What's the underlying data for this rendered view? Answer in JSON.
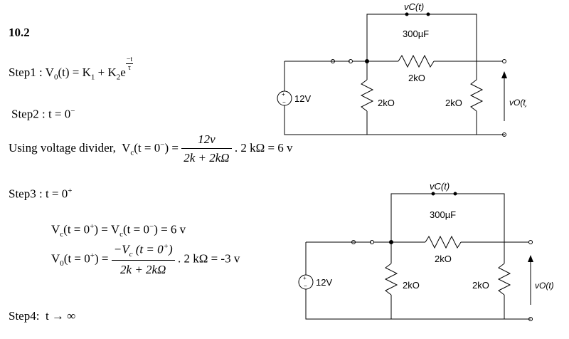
{
  "problem_number": "10.2",
  "step1": {
    "label": "Step1 :",
    "eq_lhs": "V",
    "eq_lhs_sub": "0",
    "eq_mid": "(t) = K",
    "k1_sub": "1",
    "eq_plus": " + K",
    "k2_sub": "2",
    "exp_base": "e",
    "exp_num": "−t",
    "exp_den": "τ"
  },
  "step2": {
    "label": "Step2 :",
    "expr": "t = 0",
    "sup": "−"
  },
  "voltage_divider": {
    "prefix": "Using voltage divider,",
    "lhs": "V",
    "lhs_sub": "c",
    "lhs_arg": "(t = 0",
    "lhs_sup": "−",
    "lhs_close": ") =",
    "num": "12v",
    "den": "2k + 2kΩ",
    "suffix": ". 2 kΩ = 6 v"
  },
  "step3": {
    "label": "Step3 : t = 0",
    "sup": "+"
  },
  "eq_vc": {
    "v": "V",
    "sub": "c",
    "a": "(t = 0",
    "a_sup": "+",
    "b": ") = V",
    "b_sub": "c",
    "c": "(t = 0",
    "c_sup": "−",
    "d": ") = 6 v"
  },
  "eq_v0": {
    "v": "V",
    "sub": "0",
    "a": "(t = 0",
    "a_sup": "+",
    "b": ") =",
    "num_a": "−V",
    "num_sub": "c",
    "num_b": " (t = 0",
    "num_sup": "+",
    "num_c": ")",
    "den": "2k + 2kΩ",
    "suffix": ". 2 kΩ = -3 v"
  },
  "step4": {
    "label": "Step4:",
    "expr": "t → ∞"
  },
  "circuit": {
    "vc_label": "vC(t)",
    "cap_label": "300µF",
    "source_label": "12V",
    "r_series": "2kO",
    "r_left": "2kO",
    "r_right": "2kO",
    "vo_label": "vO(t)",
    "plus": "+",
    "minus": "−"
  }
}
